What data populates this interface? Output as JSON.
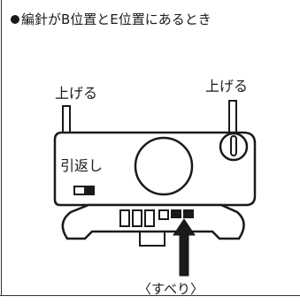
{
  "heading": "編針がB位置とE位置にあるとき",
  "labels": {
    "raise_left": "上げる",
    "raise_right": "上げる",
    "return": "引返し",
    "slide": "〈すべり〉"
  },
  "colors": {
    "ink": "#1a1a1a",
    "paper": "#ffffff"
  },
  "icons": {
    "bullet": "filled-circle",
    "arrow": "up-arrow"
  }
}
